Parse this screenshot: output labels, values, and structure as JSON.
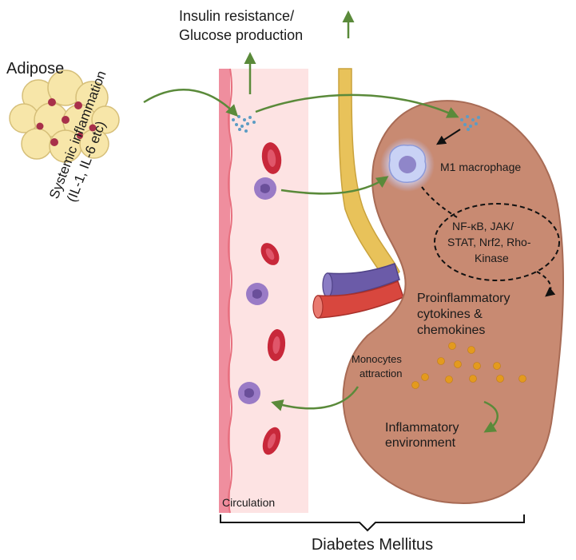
{
  "labels": {
    "insulin_line1": "Insulin resistance/",
    "insulin_line2": "Glucose production",
    "adipose": "Adipose",
    "systemic_line1": "Systemic inflammation",
    "systemic_line2": "(IL-1, IL-6 etc)",
    "m1_macrophage": "M1 macrophage",
    "pathway_line1": "NF-κB, JAK/",
    "pathway_line2": "STAT, Nrf2, Rho-",
    "pathway_line3": "Kinase",
    "proinflammatory_line1": "Proinflammatory",
    "proinflammatory_line2": "cytokines &",
    "proinflammatory_line3": "chemokines",
    "monocytes_line1": "Monocytes",
    "monocytes_line2": "attraction",
    "inflammatory_line1": "Inflammatory",
    "inflammatory_line2": "environment",
    "circulation": "Circulation",
    "diabetes": "Diabetes Mellitus"
  },
  "colors": {
    "arrow_green": "#5a8a3a",
    "kidney_fill": "#c88a72",
    "vessel_fill": "#fde3e3",
    "vessel_wall": "#ef8e9e",
    "rbc": "#c8283a",
    "monocyte": "#9a7bc6",
    "ureter": "#e8c25a",
    "vein": "#6b5ba8",
    "artery": "#d8473e",
    "cytokine": "#e39a1e",
    "adipocyte": "#f7e6a9"
  }
}
